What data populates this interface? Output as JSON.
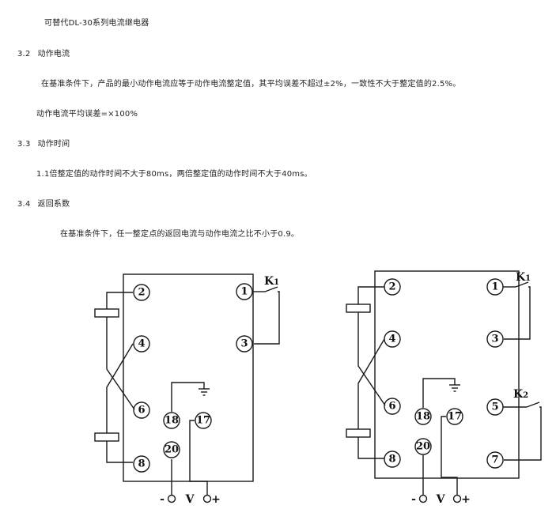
{
  "document": {
    "title": "可替代DL-30系列电流继电器",
    "sections": [
      {
        "number": "3.2",
        "heading": "动作电流",
        "paragraph": "在基准条件下，产品的最小动作电流应等于动作电流整定值，其平均误差不超过±2%，一致性不大于整定值的2.5%。",
        "formula": "动作电流平均误差=×100%"
      },
      {
        "number": "3.3",
        "heading": "动作时间",
        "paragraph": "1.1倍整定值的动作时间不大于80ms，两倍整定值的动作时间不大于40ms。"
      },
      {
        "number": "3.4",
        "heading": "返回系数",
        "paragraph": "在基准条件下，任一整定点的返回电流与动作电流之比不小于0.9。"
      }
    ]
  },
  "diagrams": {
    "left": {
      "terminals": [
        "2",
        "4",
        "6",
        "8",
        "1",
        "3",
        "18",
        "17",
        "20"
      ],
      "contacts": [
        {
          "letter": "K",
          "sub": "1"
        }
      ],
      "supply": {
        "minus": "-",
        "label": "V",
        "plus": "+"
      }
    },
    "right": {
      "terminals": [
        "2",
        "4",
        "6",
        "8",
        "1",
        "3",
        "5",
        "7",
        "18",
        "17",
        "20"
      ],
      "contacts": [
        {
          "letter": "K",
          "sub": "1"
        },
        {
          "letter": "K",
          "sub": "2"
        }
      ],
      "supply": {
        "minus": "-",
        "label": "V",
        "plus": "+"
      }
    }
  }
}
